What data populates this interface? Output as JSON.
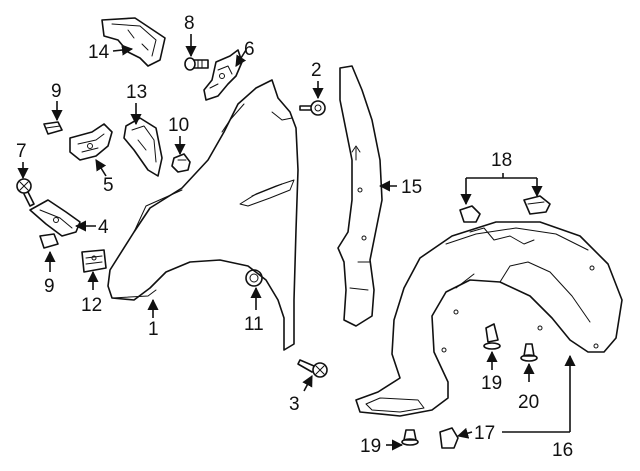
{
  "callouts": {
    "c1": "1",
    "c2": "2",
    "c3": "3",
    "c4": "4",
    "c5": "5",
    "c6": "6",
    "c7": "7",
    "c8": "8",
    "c9a": "9",
    "c9b": "9",
    "c10": "10",
    "c11": "11",
    "c12": "12",
    "c13": "13",
    "c14": "14",
    "c15": "15",
    "c16": "16",
    "c17": "17",
    "c18": "18",
    "c19a": "19",
    "c19b": "19",
    "c20": "20"
  }
}
